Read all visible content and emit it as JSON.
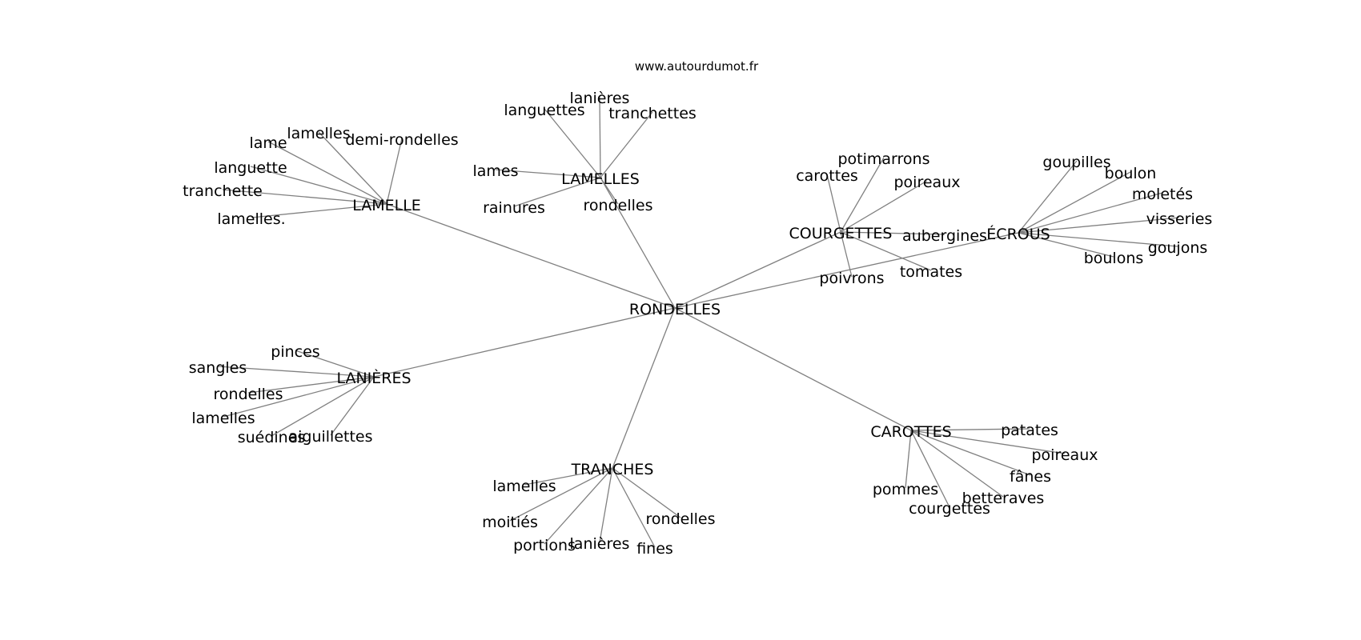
{
  "watermark": "www.autourdumot.fr",
  "graph": {
    "center": {
      "id": "rondelles",
      "label": "RONDELLES"
    },
    "hubs": [
      {
        "id": "lamelle",
        "label": "LAMELLE",
        "leaves": [
          {
            "id": "lame",
            "label": "lame"
          },
          {
            "id": "lamelles",
            "label": "lamelles"
          },
          {
            "id": "demi-rondelles",
            "label": "demi-rondelles"
          },
          {
            "id": "languette",
            "label": "languette"
          },
          {
            "id": "tranchette",
            "label": "tranchette"
          },
          {
            "id": "lamelles-dot",
            "label": "lamelles."
          }
        ]
      },
      {
        "id": "lamelles-hub",
        "label": "LAMELLES",
        "leaves": [
          {
            "id": "lanieres",
            "label": "lanières"
          },
          {
            "id": "languettes",
            "label": "languettes"
          },
          {
            "id": "tranchettes",
            "label": "tranchettes"
          },
          {
            "id": "lames",
            "label": "lames"
          },
          {
            "id": "rainures",
            "label": "rainures"
          },
          {
            "id": "rondelles-leaf",
            "label": "rondelles"
          }
        ]
      },
      {
        "id": "courgettes",
        "label": "COURGETTES",
        "leaves": [
          {
            "id": "potimarrons",
            "label": "potimarrons"
          },
          {
            "id": "carottes-leaf",
            "label": "carottes"
          },
          {
            "id": "poireaux-leaf",
            "label": "poireaux"
          },
          {
            "id": "aubergines",
            "label": "aubergines"
          },
          {
            "id": "tomates",
            "label": "tomates"
          },
          {
            "id": "poivrons",
            "label": "poivrons"
          }
        ]
      },
      {
        "id": "ecrous",
        "label": "ÉCROUS",
        "leaves": [
          {
            "id": "goupilles",
            "label": "goupilles"
          },
          {
            "id": "boulon",
            "label": "boulon"
          },
          {
            "id": "moletes",
            "label": "moletés"
          },
          {
            "id": "visseries",
            "label": "visseries"
          },
          {
            "id": "goujons",
            "label": "goujons"
          },
          {
            "id": "boulons",
            "label": "boulons"
          }
        ]
      },
      {
        "id": "lanieres-hub",
        "label": "LANIÈRES",
        "leaves": [
          {
            "id": "pinces",
            "label": "pinces"
          },
          {
            "id": "sangles",
            "label": "sangles"
          },
          {
            "id": "rondelles-leaf2",
            "label": "rondelles"
          },
          {
            "id": "lamelles-leaf2",
            "label": "lamelles"
          },
          {
            "id": "suedines",
            "label": "suédines"
          },
          {
            "id": "aiguillettes",
            "label": "aiguillettes"
          }
        ]
      },
      {
        "id": "tranches",
        "label": "TRANCHES",
        "leaves": [
          {
            "id": "lamelles-leaf3",
            "label": "lamelles"
          },
          {
            "id": "moities",
            "label": "moitiés"
          },
          {
            "id": "portions",
            "label": "portions"
          },
          {
            "id": "lanieres-leaf3",
            "label": "lanières"
          },
          {
            "id": "fines",
            "label": "fines"
          },
          {
            "id": "rondelles-leaf3",
            "label": "rondelles"
          }
        ]
      },
      {
        "id": "carottes",
        "label": "CAROTTES",
        "leaves": [
          {
            "id": "patates",
            "label": "patates"
          },
          {
            "id": "poireaux-leaf2",
            "label": "poireaux"
          },
          {
            "id": "fanes",
            "label": "fânes"
          },
          {
            "id": "betteraves",
            "label": "betteraves"
          },
          {
            "id": "courgettes-leaf",
            "label": "courgettes"
          },
          {
            "id": "pommes",
            "label": "pommes"
          }
        ]
      }
    ]
  }
}
